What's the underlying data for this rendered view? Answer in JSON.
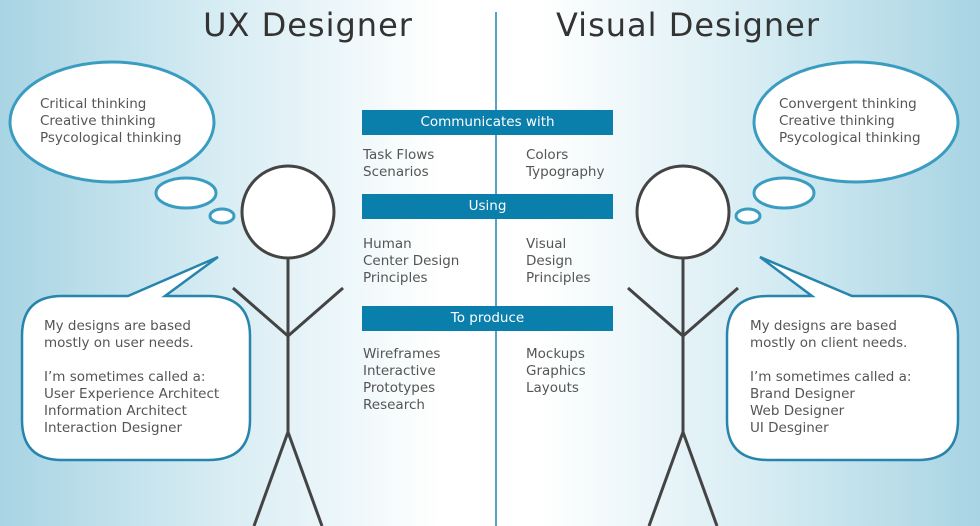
{
  "left": {
    "title": "UX Designer",
    "thoughts": [
      "Critical thinking",
      "Creative thinking",
      "Psycological thinking"
    ],
    "speech": [
      "My designs are based",
      "mostly on user needs.",
      "",
      "I’m sometimes called a:",
      "User Experience Architect",
      "Information Architect",
      "Interaction Designer"
    ]
  },
  "right": {
    "title": "Visual Designer",
    "thoughts": [
      "Convergent thinking",
      "Creative thinking",
      "Psycological thinking"
    ],
    "speech": [
      "My designs are based",
      "mostly on client needs.",
      "",
      "I’m sometimes called a:",
      "Brand Designer",
      "Web Designer",
      "UI Desginer"
    ]
  },
  "sections": [
    {
      "header": "Communicates with",
      "left": [
        "Task Flows",
        "Scenarios"
      ],
      "right": [
        "Colors",
        "Typography"
      ]
    },
    {
      "header": "Using",
      "left": [
        "Human",
        "Center Design",
        "Principles"
      ],
      "right": [
        "Visual",
        "Design",
        "Principles"
      ]
    },
    {
      "header": "To produce",
      "left": [
        "Wireframes",
        "Interactive",
        "Prototypes",
        "Research"
      ],
      "right": [
        "Mockups",
        "Graphics",
        "Layouts"
      ]
    }
  ],
  "colors": {
    "accent": "#0b7fac",
    "bubble_border": "#2b93b8"
  }
}
